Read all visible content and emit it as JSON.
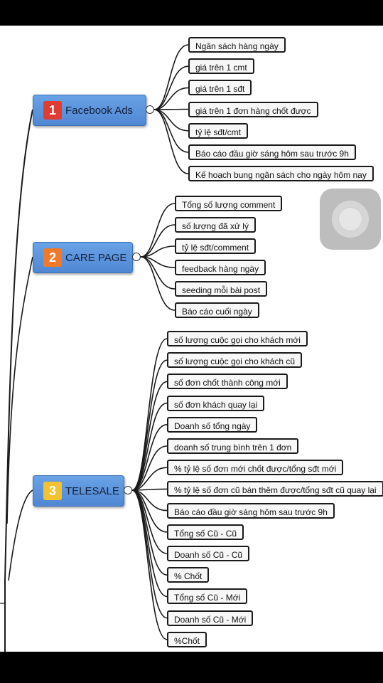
{
  "mindmap": {
    "branches": [
      {
        "number": "1",
        "label": "Facebook Ads",
        "badge_color": "#e03c31",
        "items": [
          "Ngân sách hàng ngày",
          "giá trên 1 cmt",
          "giá trên 1 sđt",
          "giá trên 1 đơn hàng chốt được",
          "tỷ lệ sđt/cmt",
          "Báo cáo đầu giờ sáng hôm sau trước 9h",
          "Kế hoạch bung ngân sách cho ngày hôm nay"
        ]
      },
      {
        "number": "2",
        "label": "CARE PAGE",
        "badge_color": "#f07a2a",
        "items": [
          "Tổng số lượng comment",
          "số lượng đã xử lý",
          "tỷ lệ sđt/comment",
          "feedback hàng ngày",
          "seeding mỗi bài post",
          "Báo cáo cuối ngày"
        ]
      },
      {
        "number": "3",
        "label": "TELESALE",
        "badge_color": "#f2c230",
        "items": [
          "số lượng cuộc gọi cho khách mới",
          "số lượng cuộc gọi cho khách cũ",
          "số đơn chốt thành công mới",
          "số đơn khách quay lại",
          "Doanh số tổng ngày",
          "doanh số trung bình trên 1 đơn",
          "% tỷ lệ số đơn mới chốt được/tổng sđt mới",
          "% tỷ lệ số đơn cũ bán thêm được/tổng sđt cũ quay lại",
          "Báo cáo đầu giờ sáng hôm sau trước 9h",
          "Tổng số Cũ - Cũ",
          "Doanh số Cũ - Cũ",
          "% Chốt",
          "Tổng số Cũ - Mới",
          "Doanh số Cũ - Mới",
          "%Chốt"
        ]
      }
    ]
  },
  "overlay_icon": "assistive-touch-icon",
  "colors": {
    "branch_fill": "#5b93dc",
    "leaf_border": "#1a1a1a",
    "background": "#ffffff",
    "screen_border": "#000000"
  }
}
